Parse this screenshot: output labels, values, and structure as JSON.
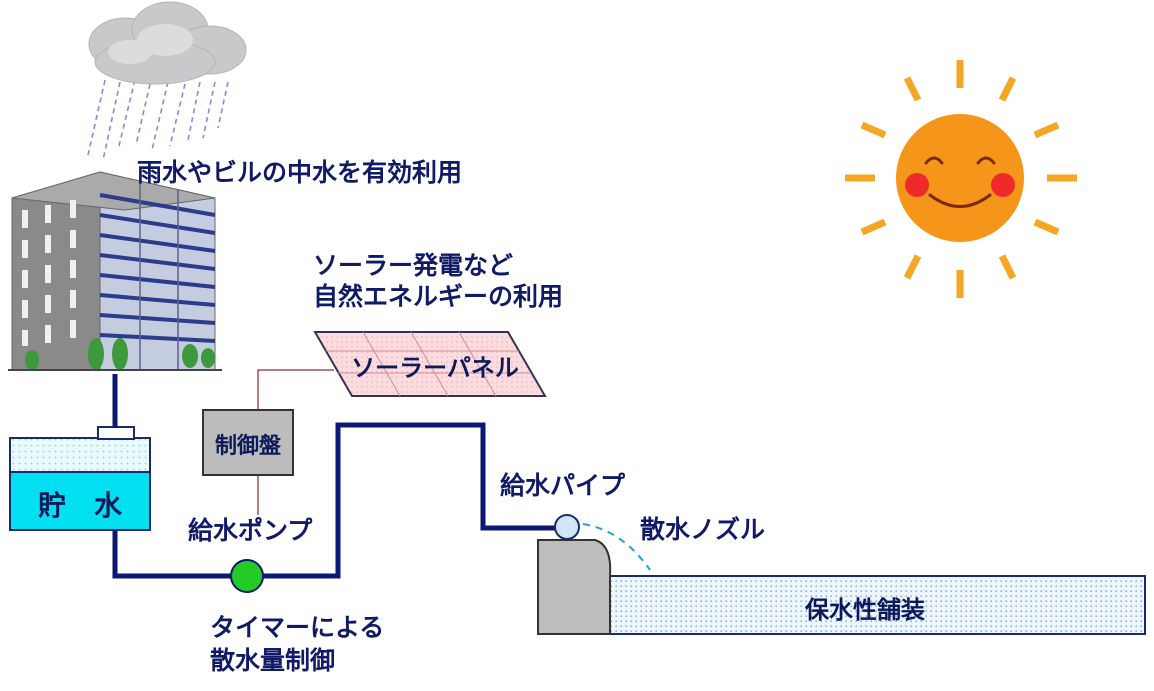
{
  "labels": {
    "rainwater": "雨水やビルの中水を有効利用",
    "solar_line1": "ソーラー発電など",
    "solar_line2": "自然エネルギーの利用",
    "solar_panel": "ソーラーパネル",
    "control_panel": "制御盤",
    "storage": "貯　水",
    "pump": "給水ポンプ",
    "pipe": "給水パイプ",
    "nozzle": "散水ノズル",
    "timer_line1": "タイマーによる",
    "timer_line2": "散水量制御",
    "pavement": "保水性舗装"
  },
  "colors": {
    "label_text": "#111a66",
    "pipe": "#0c1873",
    "water": "#00e0f0",
    "pump": "#22cc22",
    "sun_face": "#f5961a",
    "sun_rays": "#f5a623",
    "cheeks": "#ee2a2a",
    "solar_panel": "#fbdde0",
    "control_box": "#bcbcbc",
    "pavement": "#eef6ff"
  },
  "icons": [
    "rain-cloud-icon",
    "sun-icon",
    "office-building-icon",
    "solar-panel-icon",
    "water-tank-icon",
    "control-box-icon",
    "pump-icon",
    "nozzle-icon"
  ]
}
